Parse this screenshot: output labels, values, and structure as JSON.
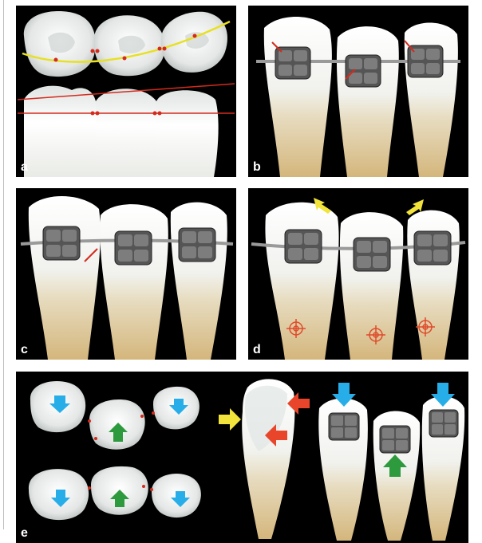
{
  "figure": {
    "panels": [
      {
        "label": "a"
      },
      {
        "label": "b"
      },
      {
        "label": "c"
      },
      {
        "label": "d"
      },
      {
        "label": "e"
      }
    ],
    "colors": {
      "background": "#000000",
      "enamel": "#eef0ee",
      "root": "#d9bf8a",
      "wire": "#9a9a9a",
      "bracket": "#555555",
      "guideline_yellow": "#e8e020",
      "guideline_red": "#d42a1c",
      "arrow_yellow": "#f2e43a",
      "arrow_red": "#e8452a",
      "arrow_blue": "#27aee8",
      "arrow_green": "#2e9a3e",
      "target_red": "#e04a2a"
    },
    "icons": [
      "tooth-illustration",
      "bracket-icon",
      "arrow-icon",
      "crosshair-target-icon"
    ]
  }
}
